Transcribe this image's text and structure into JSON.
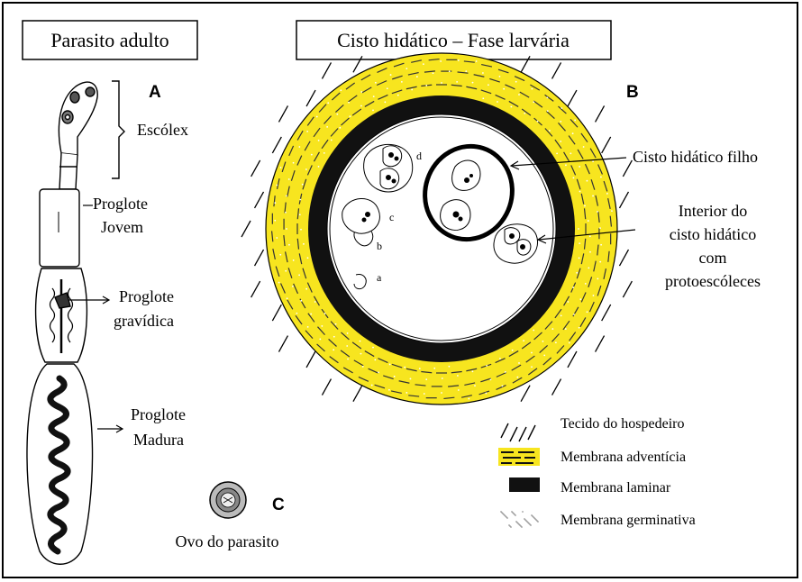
{
  "titles": {
    "adult": "Parasito adulto",
    "larval": "Cisto hidático – Fase larvária"
  },
  "panel_letters": {
    "a": "A",
    "b": "B",
    "c": "C"
  },
  "adult_labels": {
    "scolex": "Escólex",
    "young_1": "Proglote",
    "young_2": "Jovem",
    "gravid_1": "Proglote",
    "gravid_2": "gravídica",
    "mature_1": "Proglote",
    "mature_2": "Madura"
  },
  "egg_label": "Ovo do parasito",
  "cyst_labels": {
    "daughter": "Cisto hidático filho",
    "interior_1": "Interior do",
    "interior_2": "cisto hidático",
    "interior_3": "com",
    "interior_4": "protoescóleces"
  },
  "stage_letters": {
    "a": "a",
    "b": "b",
    "c": "c",
    "d": "d"
  },
  "legend": [
    {
      "label": "Tecido do hospedeiro",
      "swatch": "host-tissue"
    },
    {
      "label": "Membrana adventícia",
      "swatch": "adventitia"
    },
    {
      "label": "Membrana laminar",
      "swatch": "laminar"
    },
    {
      "label": "Membrana germinativa",
      "swatch": "germinative"
    }
  ],
  "colors": {
    "adventitia": "#f7e51f",
    "laminar": "#111111",
    "line": "#000000"
  }
}
